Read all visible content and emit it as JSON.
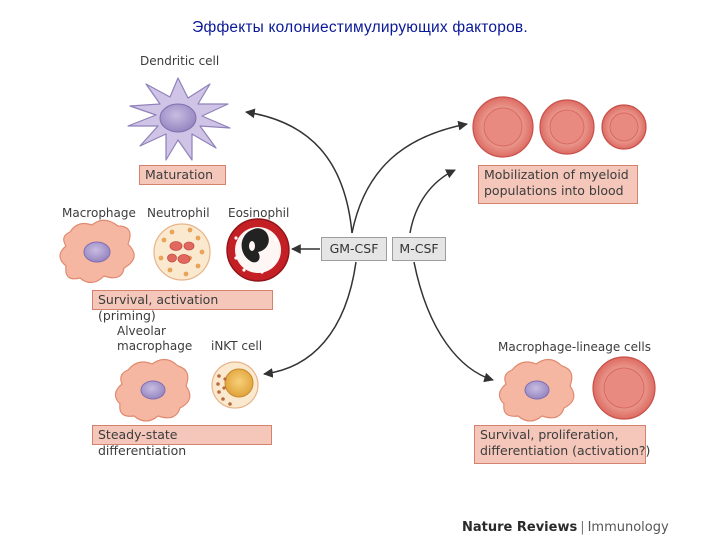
{
  "title": "Эффекты колониестимулирующих факторов.",
  "factors": {
    "gm_csf": "GM-CSF",
    "m_csf": "M-CSF"
  },
  "left": {
    "dendritic": {
      "cell_label": "Dendritic cell",
      "effect": "Maturation"
    },
    "granulocytes": {
      "cell_labels": [
        "Macrophage",
        "Neutrophil",
        "Eosinophil"
      ],
      "effect": "Survival, activation (priming)"
    },
    "tissue": {
      "cell_labels": [
        "Alveolar\nmacrophage",
        "iNKT cell"
      ],
      "effect": "Steady-state differentiation"
    }
  },
  "right": {
    "myeloid": {
      "effect": "Mobilization of myeloid\npopulations into blood"
    },
    "lineage": {
      "cell_label": "Macrophage-lineage cells",
      "effect": "Survival, proliferation,\ndifferentiation (activation?)"
    }
  },
  "credit": {
    "journal": "Nature Reviews",
    "separator": "|",
    "section": "Immunology"
  },
  "colors": {
    "effect_box": "#f4c7ba",
    "macrophage": "#f6b7a2",
    "nucleus": "#a99ac9",
    "erythroid": "#e46b67",
    "eosinophil": "#c41f25",
    "arrow": "#333333"
  }
}
